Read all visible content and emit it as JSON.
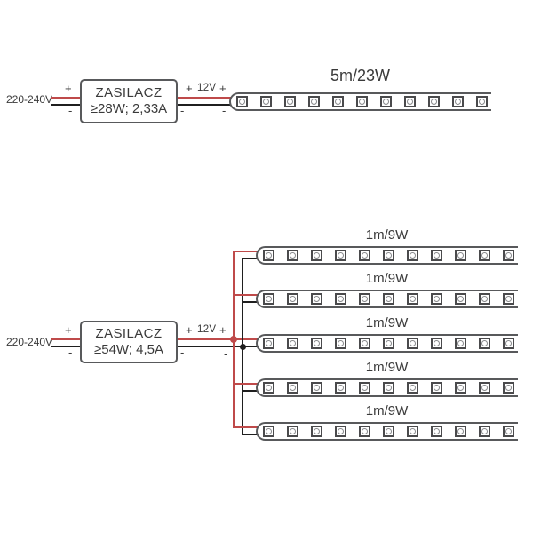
{
  "colors": {
    "positive_wire": "#bf4a4a",
    "negative_wire": "#1f1f1f",
    "outline": "#58595b",
    "text_color": "#3a3a3a"
  },
  "symbols": {
    "plus": "+",
    "minus": "-"
  },
  "sections": [
    {
      "mains_label": "220-240V",
      "psu": {
        "title": "ZASILACZ",
        "spec": "≥28W; 2,33A"
      },
      "output_voltage_label": "12V",
      "strips": [
        {
          "label": "5m/23W",
          "led_count": 11
        }
      ]
    },
    {
      "mains_label": "220-240V",
      "psu": {
        "title": "ZASILACZ",
        "spec": "≥54W; 4,5A"
      },
      "output_voltage_label": "12V",
      "strips": [
        {
          "label": "1m/9W",
          "led_count": 11
        },
        {
          "label": "1m/9W",
          "led_count": 11
        },
        {
          "label": "1m/9W",
          "led_count": 11
        },
        {
          "label": "1m/9W",
          "led_count": 11
        },
        {
          "label": "1m/9W",
          "led_count": 11
        }
      ]
    }
  ]
}
